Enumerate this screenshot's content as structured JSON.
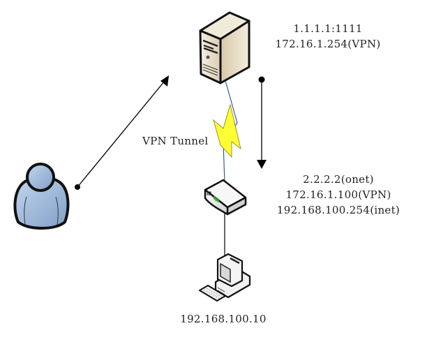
{
  "diagram": {
    "title": "VPN network topology",
    "nodes": {
      "server": {
        "icon": "server-tower-icon",
        "lines": [
          "1.1.1.1:1111",
          "172.16.1.254(VPN)"
        ]
      },
      "router": {
        "icon": "router-icon",
        "lines": [
          "2.2.2.2(onet)",
          "172.16.1.100(VPN)",
          "192.168.100.254(inet)"
        ]
      },
      "pc": {
        "icon": "desktop-computer-icon",
        "lines": [
          "192.168.100.10"
        ]
      },
      "user": {
        "icon": "user-icon"
      }
    },
    "links": {
      "tunnel": {
        "label": "VPN Tunnel",
        "icon": "lightning-bolt-icon",
        "color": "#ffff33"
      },
      "user_to_server": {
        "style": "arrow",
        "from": "user",
        "to": "server"
      },
      "server_to_router": {
        "style": "arrow",
        "from": "server",
        "to": "router"
      },
      "router_to_pc": {
        "style": "line",
        "from": "router",
        "to": "pc"
      }
    },
    "colors": {
      "user_fill": "#9dbbe0",
      "server_fill": "#efe6d2",
      "cable": "#3a5a9a",
      "bolt": "#ffff33"
    }
  }
}
